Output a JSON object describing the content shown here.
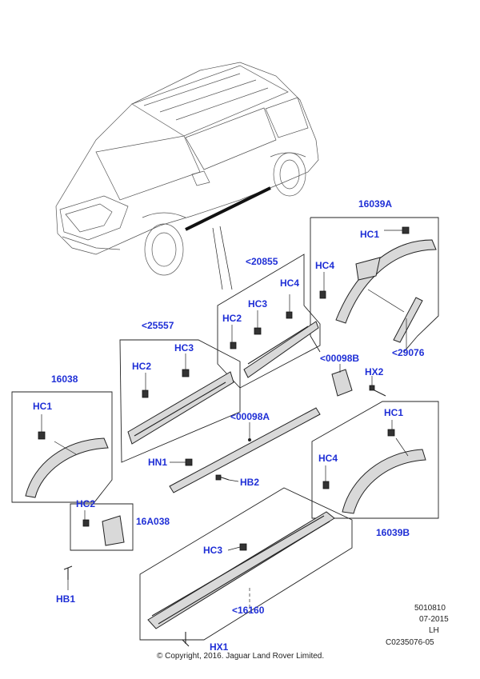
{
  "callouts": {
    "c16039A": "16039A",
    "c16039B": "16039B",
    "c16038": "16038",
    "c16A038": "16A038",
    "c20855": "<20855",
    "c25557": "<25557",
    "c29076": "<29076",
    "c00098B": "<00098B",
    "c00098A": "<00098A",
    "c16160": "<16160",
    "hc1_a": "HC1",
    "hc4_a": "HC4",
    "hc4_b": "HC4",
    "hc3_a": "HC3",
    "hc2_a": "HC2",
    "hc3_b": "HC3",
    "hc2_b": "HC2",
    "hc1_b": "HC1",
    "hx2": "HX2",
    "hc1_c": "HC1",
    "hc4_c": "HC4",
    "hn1": "HN1",
    "hb2": "HB2",
    "hc2_c": "HC2",
    "hc3_c": "HC3",
    "hb1": "HB1",
    "hx1": "HX1"
  },
  "meta": {
    "code1": "5010810",
    "date": "07-2015",
    "side": "LH",
    "ref": "C0235076-05",
    "copyright": "© Copyright, 2016. Jaguar Land Rover Limited."
  }
}
